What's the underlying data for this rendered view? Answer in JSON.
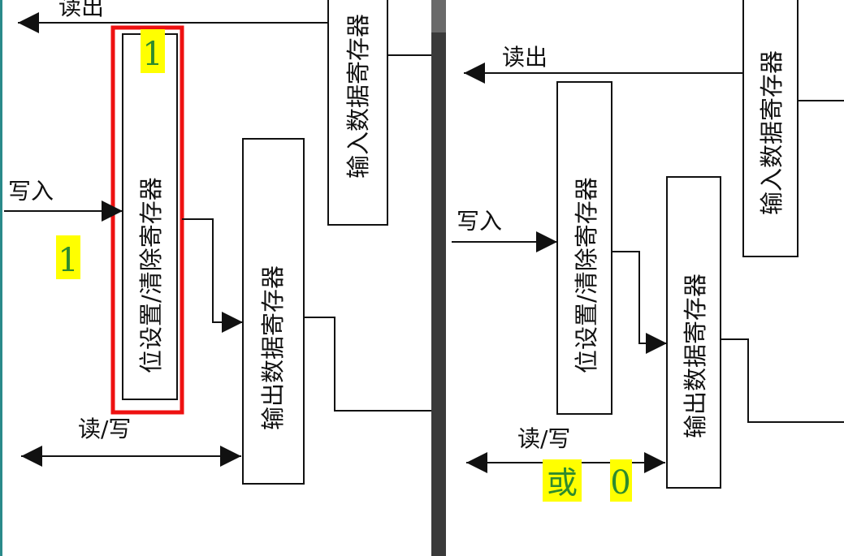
{
  "colors": {
    "line": "#111111",
    "highlight_bg": "#ffff00",
    "highlight_text": "#2e8b2e",
    "selection_box": "#ee1111",
    "divider": "#3a3a3a",
    "edge": "#2a8a8a"
  },
  "left_panel": {
    "label_read": "读出",
    "label_write": "写入",
    "label_read_write": "读/写",
    "bit_register": "位设置/清除寄存器",
    "output_register": "输出数据寄存器",
    "input_register": "输入数据寄存器",
    "badge_top": "1",
    "badge_left": "1"
  },
  "right_panel": {
    "label_read": "读出",
    "label_write": "写入",
    "label_read_write": "读/写",
    "bit_register": "位设置/清除寄存器",
    "output_register": "输出数据寄存器",
    "input_register": "输入数据寄存器",
    "badge_or": "或",
    "badge_zero": "0"
  }
}
